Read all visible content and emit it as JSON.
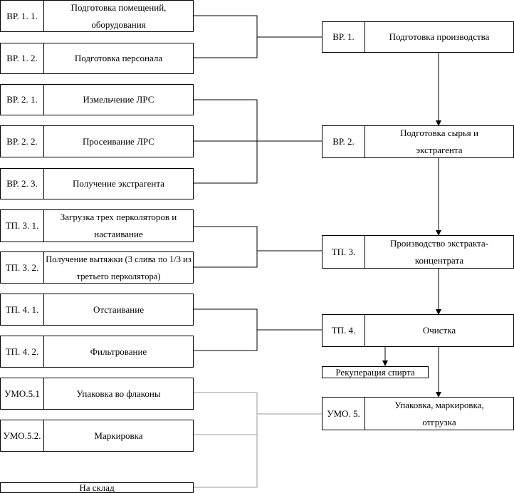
{
  "left_steps": [
    {
      "code": "ВР. 1. 1.",
      "name": "Подготовка помещений, оборудования"
    },
    {
      "code": "ВР. 1. 2.",
      "name": "Подготовка персонала"
    },
    {
      "code": "ВР. 2. 1.",
      "name": "Измельчение ЛРС"
    },
    {
      "code": "ВР. 2. 2.",
      "name": "Просеивание ЛРС"
    },
    {
      "code": "ВР. 2. 3.",
      "name": "Получение экстрагента"
    },
    {
      "code": "ТП. 3. 1.",
      "name": "Загрузка трех перколяторов и настаивание"
    },
    {
      "code": "ТП. 3. 2.",
      "name": "Получение вытяжки (3 слива по 1/3 из третьего перколятора)"
    },
    {
      "code": "ТП. 4. 1.",
      "name": "Отстаивание"
    },
    {
      "code": "ТП. 4. 2.",
      "name": "Фильтрование"
    },
    {
      "code": "УМО.5.1",
      "name": "Упаковка во флаконы"
    },
    {
      "code": "УМО.5.2.",
      "name": "Маркировка"
    }
  ],
  "stages": [
    {
      "code": "ВР. 1.",
      "name": "Подготовка производства"
    },
    {
      "code": "ВР. 2.",
      "name": "Подготовка сырья и экстрагента"
    },
    {
      "code": "ТП. 3.",
      "name": "Производство экстракта-концентрата"
    },
    {
      "code": "ТП. 4.",
      "name": "Очистка"
    },
    {
      "code": "УМО. 5.",
      "name": "Упаковка, маркировка, отгрузка"
    }
  ],
  "side_output": "Рекуперация спирта",
  "storage": "На склад",
  "colors": {
    "line": "#000000",
    "faint_line": "#999999"
  }
}
